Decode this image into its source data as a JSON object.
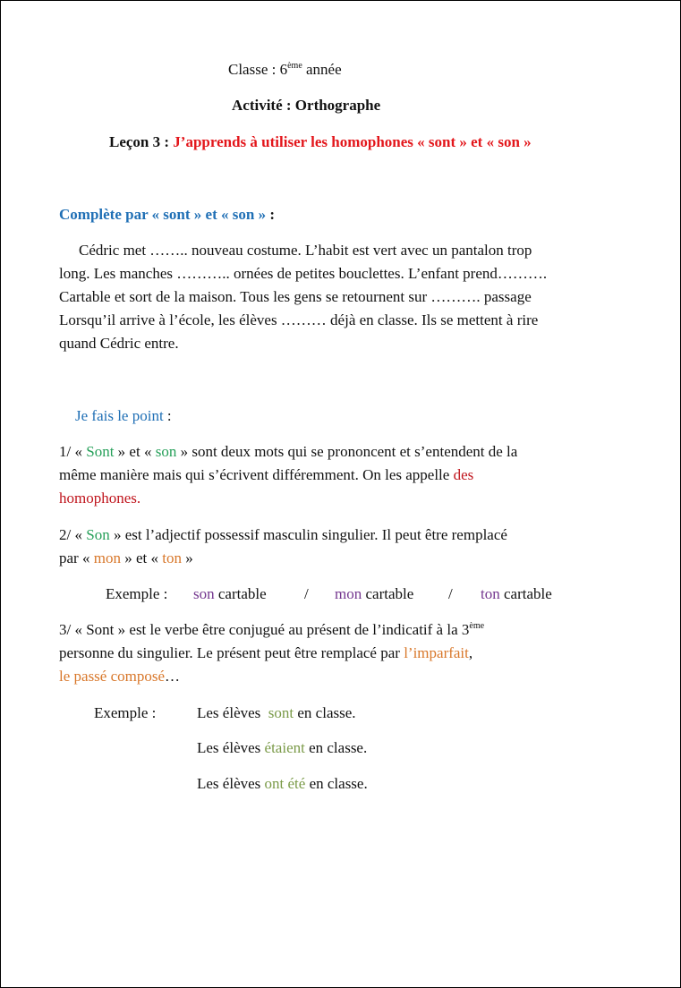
{
  "header": {
    "classe_prefix": "Classe : 6",
    "classe_sup": "ème",
    "classe_suffix": " année",
    "activite": "Activité : Orthographe",
    "lecon_prefix": "Leçon 3 : ",
    "lecon_title": "J’apprends à utiliser les homophones « sont » et « son »"
  },
  "exercise": {
    "instruction": "Complète par « sont » et « son » ",
    "instruction_colon": ":",
    "lines": [
      "Cédric met …….. nouveau costume. L’habit est vert avec un pantalon trop",
      "long. Les manches ……….. ornées de petites bouclettes. L’enfant prend……….",
      "Cartable et sort de la maison. Tous les gens se retournent sur ………. passage",
      "Lorsqu’il arrive à l’école, les élèves ……… déjà en classe. Ils se mettent à rire",
      "quand Cédric entre."
    ]
  },
  "point": {
    "heading": "Je fais le point ",
    "heading_colon": ":",
    "p1": {
      "a": "1/ « ",
      "w1": "Sont",
      "b": " » et « ",
      "w2": "son",
      "c": " » sont deux mots qui se prononcent et s’entendent de la",
      "line2": "même manière mais qui s’écrivent différemment. On les appelle ",
      "des": "des",
      "homophones": "homophones."
    },
    "p2": {
      "a": "2/ « ",
      "w1": "Son",
      "b": " » est l’adjectif possessif masculin singulier. Il peut être remplacé",
      "c": "par « ",
      "mon": "mon",
      "d": " » et « ",
      "ton": "ton",
      "e": " »"
    },
    "example1": {
      "label": "Exemple :",
      "son": "son",
      "mon": "mon",
      "ton": "ton",
      "cartable": "cartable",
      "slash": "/"
    },
    "p3": {
      "a": "3/ « Sont » est le verbe être conjugué au présent de l’indicatif à la 3",
      "sup": "ème",
      "line2": "personne du singulier. Le présent peut être remplacé par ",
      "imparfait": "l’imparfait",
      "comma": ",",
      "passe": "le passé composé",
      "ellipsis": "…"
    },
    "example2": {
      "label": "Exemple :",
      "subject": "Les élèves",
      "v1": "sont",
      "v2": "étaient",
      "v3": "ont été",
      "rest": "en classe."
    }
  },
  "colors": {
    "red": "#e3161b",
    "blue": "#1f6fb5",
    "darkred": "#c0151d",
    "green": "#27a05a",
    "orange": "#d8772a",
    "purple": "#74378f",
    "olive": "#7a9a48"
  }
}
